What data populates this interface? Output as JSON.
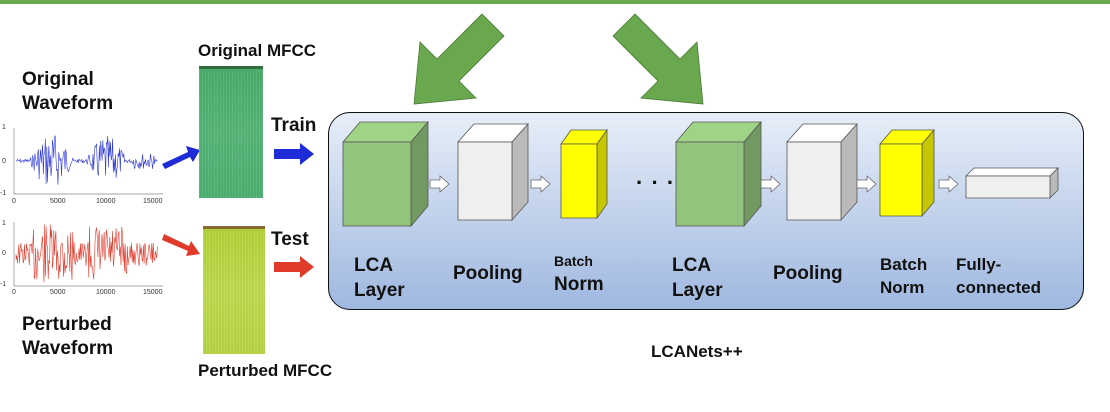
{
  "colors": {
    "top_bar": "#6aa84f",
    "big_arrow": "#6aa84f",
    "lca_block": "#93c47d",
    "pool_block": "#efefef",
    "batchnorm_block": "#ffff00",
    "train_arrow": "#1f2bd6",
    "test_arrow": "#e03b2a",
    "original_wave": "#2a36d8",
    "perturbed_wave": "#e23a2c"
  },
  "left": {
    "original_waveform": [
      "Original",
      "Waveform"
    ],
    "perturbed_waveform": [
      "Perturbed",
      "Waveform"
    ],
    "x_ticks": [
      "0",
      "5000",
      "10000",
      "15000"
    ],
    "y_ticks": [
      "1",
      "0",
      "-1"
    ]
  },
  "mfcc": {
    "original_label": "Original MFCC",
    "perturbed_label": "Perturbed MFCC"
  },
  "flow": {
    "train_label": "Train",
    "test_label": "Test"
  },
  "network": {
    "title": "LCANets++",
    "ellipsis": "· · ·",
    "blocks": [
      {
        "type": "lca",
        "label": [
          "LCA",
          "Layer"
        ]
      },
      {
        "type": "pool",
        "label": [
          "Pooling"
        ]
      },
      {
        "type": "bn",
        "label": [
          "Batch",
          "Norm"
        ]
      },
      {
        "type": "lca",
        "label": [
          "LCA",
          "Layer"
        ]
      },
      {
        "type": "pool",
        "label": [
          "Pooling"
        ]
      },
      {
        "type": "bn",
        "label": [
          "Batch",
          "Norm"
        ]
      },
      {
        "type": "fc",
        "label": [
          "Fully-",
          "connected"
        ]
      }
    ]
  }
}
